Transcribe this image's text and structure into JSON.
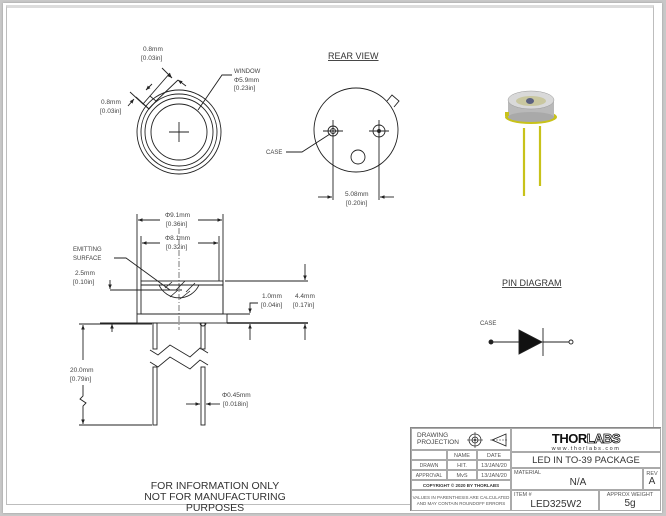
{
  "front_view": {
    "dims": {
      "top_tab_width": {
        "mm": "0.8mm",
        "in": "[0.03in]"
      },
      "side_tab_width": {
        "mm": "0.8mm",
        "in": "[0.03in]"
      }
    },
    "window_label": "WINDOW",
    "window_dim": {
      "mm": "Φ5.9mm",
      "in": "[0.23in]"
    }
  },
  "rear_view": {
    "title": "REAR VIEW",
    "case_label": "CASE",
    "pin_spacing": {
      "mm": "5.08mm",
      "in": "[0.20in]"
    }
  },
  "side_view": {
    "outer_diameter": {
      "mm": "Φ9.1mm",
      "in": "[0.36in]"
    },
    "inner_diameter": {
      "mm": "Φ8.1mm",
      "in": "[0.32in]"
    },
    "emitting_surface_label": [
      "EMITTING",
      "SURFACE"
    ],
    "emitter_depth": {
      "mm": "2.5mm",
      "in": "[0.10in]"
    },
    "flange_thickness": {
      "mm": "1.0mm",
      "in": "[0.04in]"
    },
    "total_height": {
      "mm": "4.4mm",
      "in": "[0.17in]"
    },
    "lead_length": {
      "mm": "20.0mm",
      "in": "[0.79in]"
    },
    "lead_diameter": {
      "mm": "Φ0.45mm",
      "in": "[0.018in]"
    }
  },
  "pin_diagram": {
    "title": "PIN DIAGRAM",
    "case_label": "CASE"
  },
  "notice": [
    "FOR INFORMATION ONLY",
    "NOT FOR MANUFACTURING PURPOSES"
  ],
  "title_block": {
    "drawing_projection_label": [
      "DRAWING",
      "PROJECTION"
    ],
    "col_name": "NAME",
    "col_date": "DATE",
    "rows": [
      {
        "role": "DRAWN",
        "name": "HIT.",
        "date": "13/JAN/20"
      },
      {
        "role": "APPROVAL",
        "name": "MvS",
        "date": "13/JAN/20"
      }
    ],
    "copyright": "COPYRIGHT © 2020 BY THORLABS",
    "values_note": [
      "VALUES IN PARENTHESIS ARE CALCULATED",
      "AND MAY CONTAIN ROUNDOFF ERRORS"
    ],
    "logo_text_bold": "THOR",
    "logo_text_outline": "LABS",
    "website": "www.thorlabs.com",
    "title": "LED IN TO-39 PACKAGE",
    "material_label": "MATERIAL",
    "material_value": "N/A",
    "rev_label": "REV",
    "rev_value": "A",
    "item_label": "ITEM #",
    "item_value": "LED325W2",
    "weight_label": "APPROX WEIGHT",
    "weight_value": "5g"
  },
  "colors": {
    "lead_gold": "#c8c21a",
    "can_gray": "#b9b9b9",
    "line": "#222222"
  }
}
